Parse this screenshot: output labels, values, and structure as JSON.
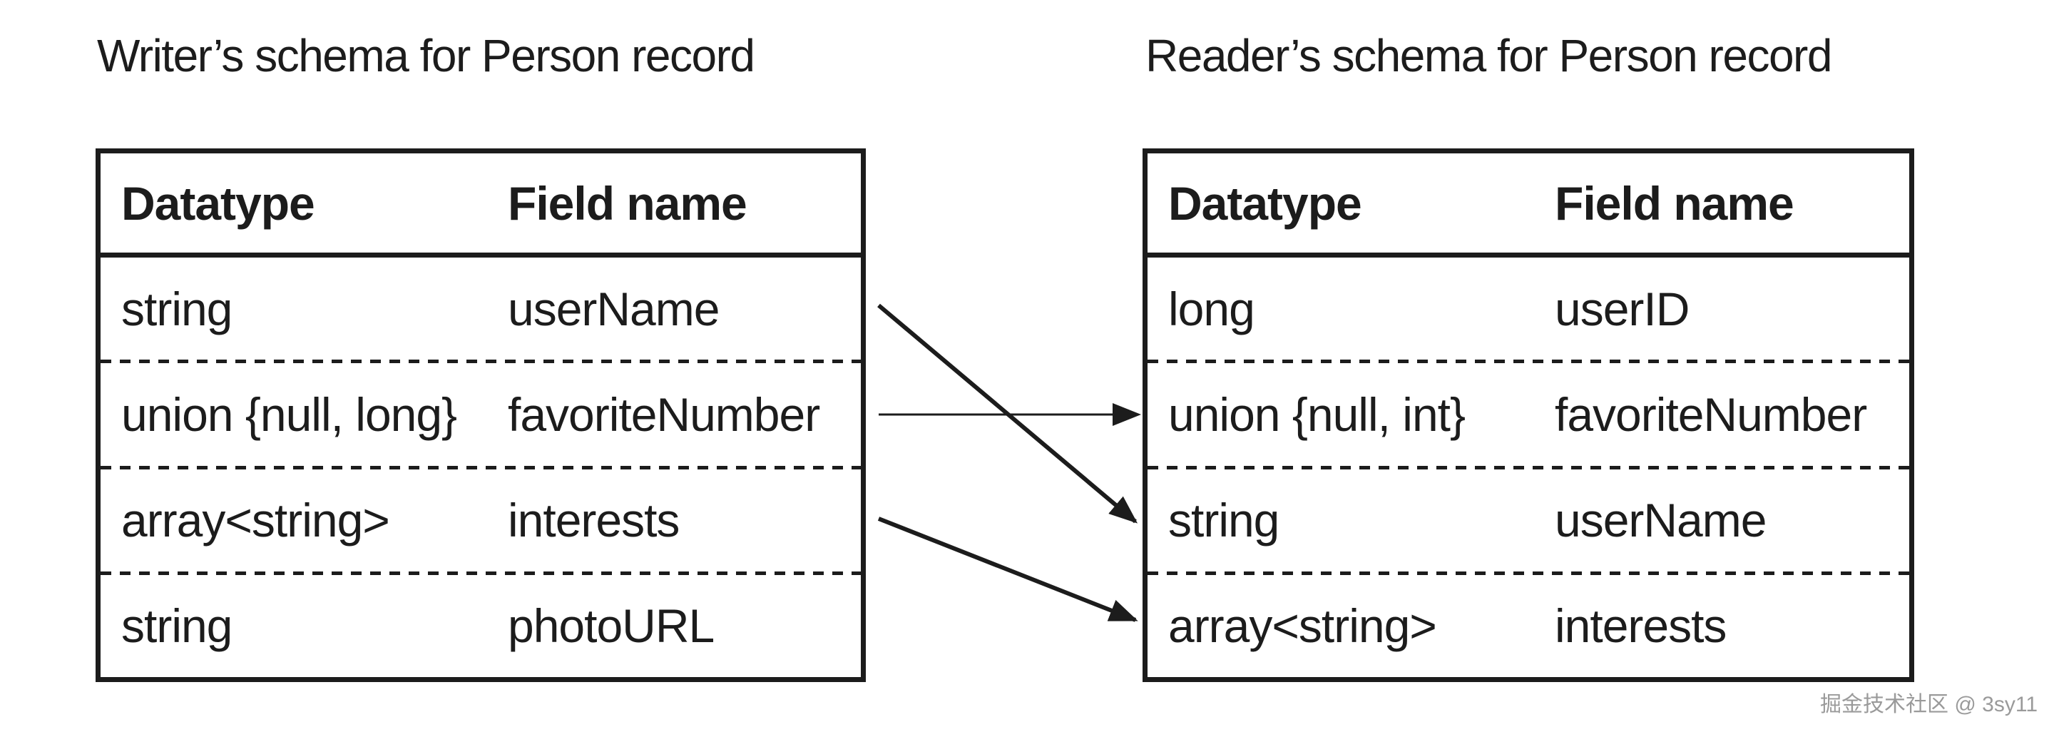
{
  "colors": {
    "ink": "#1c1c1c",
    "background": "#ffffff",
    "watermark_gray": "#9a9a9a"
  },
  "writer_panel": {
    "title": "Writer’s schema for Person record",
    "table": {
      "headers": [
        "Datatype",
        "Field name"
      ],
      "rows": [
        {
          "datatype": "string",
          "field": "userName"
        },
        {
          "datatype": "union {null, long}",
          "field": "favoriteNumber"
        },
        {
          "datatype": "array<string>",
          "field": "interests"
        },
        {
          "datatype": "string",
          "field": "photoURL"
        }
      ]
    }
  },
  "reader_panel": {
    "title": "Reader’s schema for Person record",
    "table": {
      "headers": [
        "Datatype",
        "Field name"
      ],
      "rows": [
        {
          "datatype": "long",
          "field": "userID"
        },
        {
          "datatype": "union {null, int}",
          "field": "favoriteNumber"
        },
        {
          "datatype": "string",
          "field": "userName"
        },
        {
          "datatype": "array<string>",
          "field": "interests"
        }
      ]
    }
  },
  "arrows": [
    {
      "from_field": "userName",
      "from_row": 1,
      "to_field": "userName",
      "to_row": 3,
      "weight": "thick"
    },
    {
      "from_field": "favoriteNumber",
      "from_row": 2,
      "to_field": "favoriteNumber",
      "to_row": 2,
      "weight": "thin"
    },
    {
      "from_field": "interests",
      "from_row": 3,
      "to_field": "interests",
      "to_row": 4,
      "weight": "thick"
    }
  ],
  "watermark": {
    "text": "掘金技术社区 @ 3sy11"
  }
}
